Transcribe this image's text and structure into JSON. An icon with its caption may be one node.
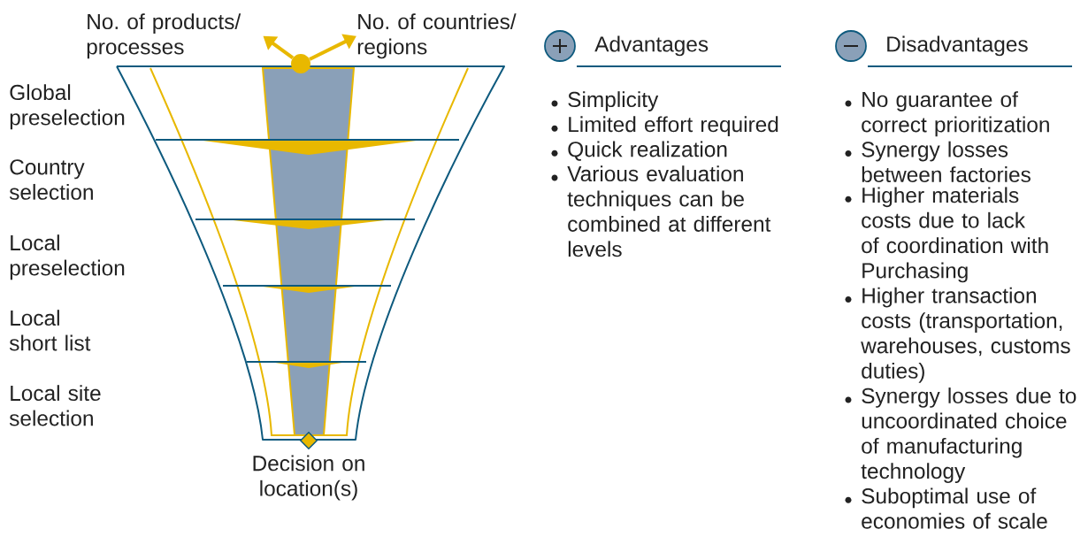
{
  "diagram": {
    "nodes": [
      {
        "text": [
          "No. of products/ processes"
        ]
      },
      {
        "text": [
          "No. of countries/ regions"
        ]
      },
      {
        "text": [],
        "shape": "circle"
      },
      {
        "text": [],
        "shape": "diamond",
        "beside": [
          "Decision on location(s)"
        ]
      }
    ],
    "edges": [
      {
        "from": 2,
        "to": 0,
        "arrow": "to"
      },
      {
        "from": 2,
        "to": 1,
        "arrow": "to"
      }
    ],
    "labels": [
      "Global preselection",
      "Country selection",
      "Local preselection",
      "Local short list",
      "Local site selection",
      "Advantages",
      "Simplicity",
      "Limited effort required",
      "Quick realization",
      "Various evaluation techniques can be combined at different levels",
      "Disadvantages",
      "No guarantee of correct prioritization",
      "Synergy losses between factories",
      "Higher materials costs due to lack of coordination with Purchasing",
      "Higher transaction costs (transportation, warehouses, customs duties)",
      "Synergy losses due to uncoordinated choice of manufacturing technology",
      "Suboptimal use of economies of scale"
    ]
  }
}
